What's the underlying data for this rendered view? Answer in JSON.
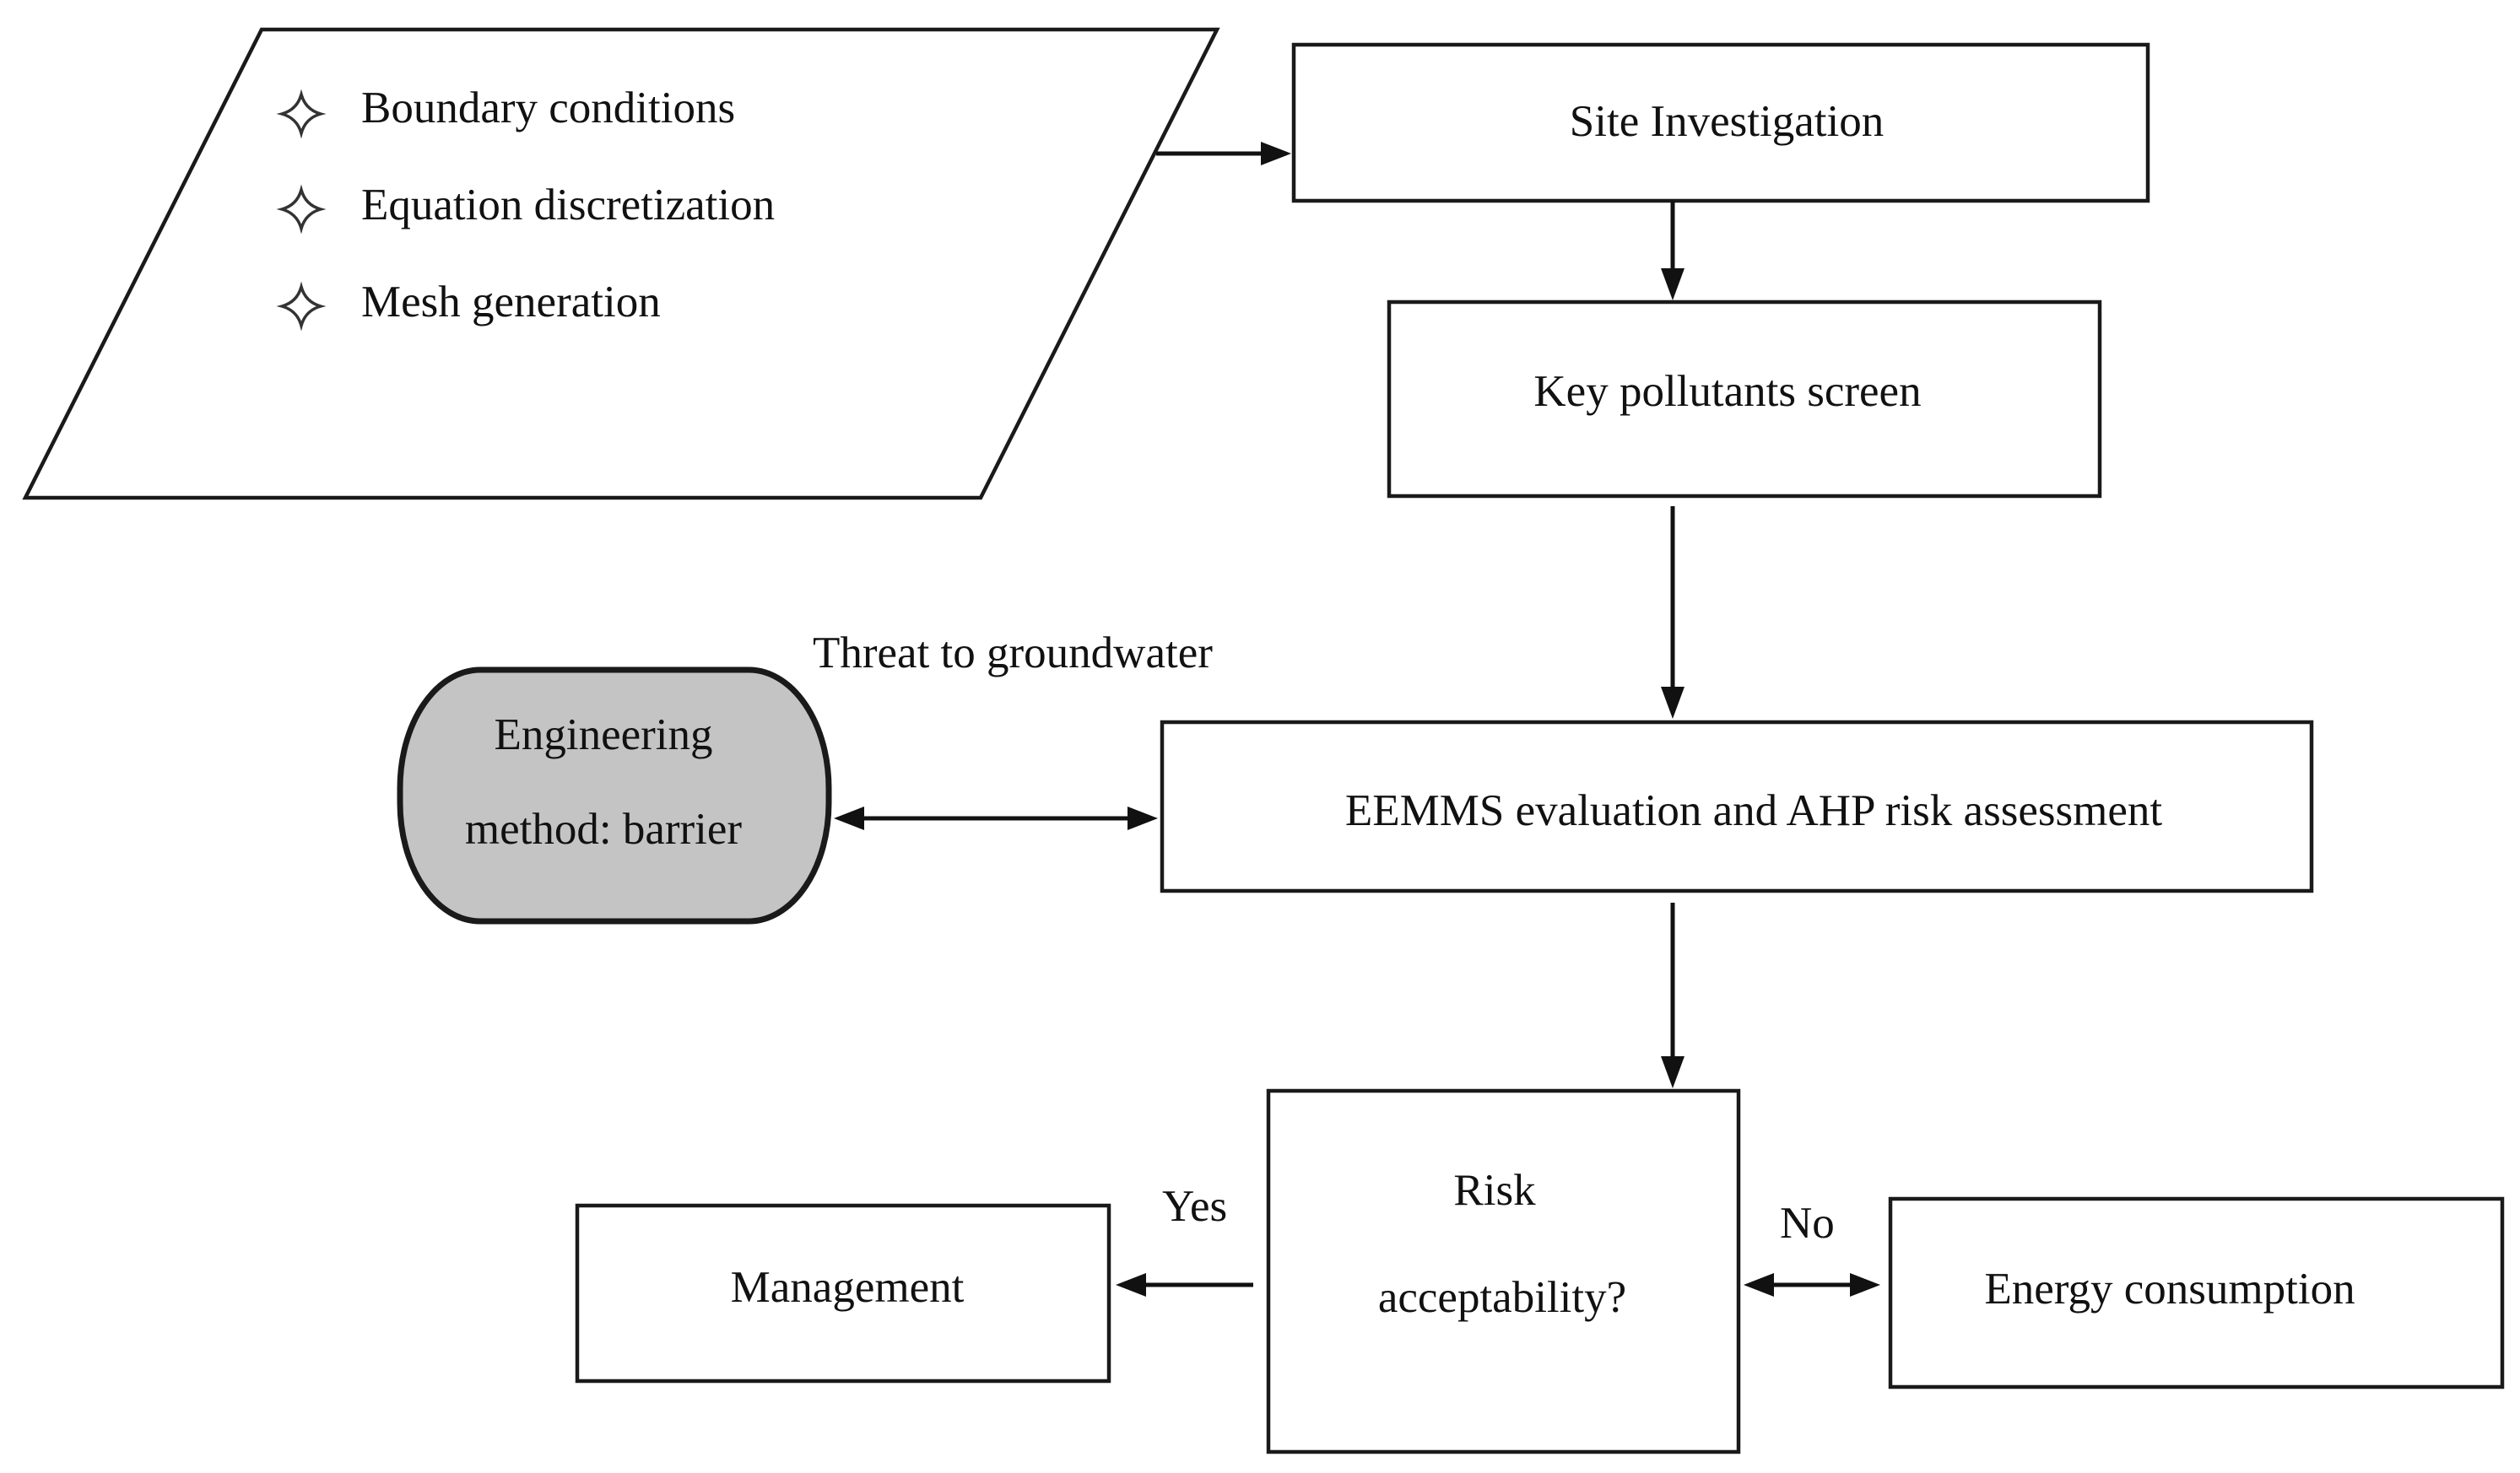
{
  "input_list": {
    "items": [
      "Boundary conditions",
      "Equation discretization",
      "Mesh generation"
    ]
  },
  "nodes": {
    "site_investigation": "Site Investigation",
    "key_pollutants": "Key pollutants screen",
    "eemms": "EEMMS evaluation and AHP risk assessment",
    "engineering_line1": "Engineering",
    "engineering_line2": "method: barrier",
    "risk_line1": "Risk",
    "risk_line2": "acceptability?",
    "management": "Management",
    "energy": "Energy consumption"
  },
  "edge_labels": {
    "threat": "Threat to groundwater",
    "yes": "Yes",
    "no": "No"
  },
  "colors": {
    "terminal_fill": "#c4c4c4",
    "line": "#111111",
    "background": "#ffffff"
  },
  "icons": {
    "bullet": "four-point-star-icon"
  }
}
